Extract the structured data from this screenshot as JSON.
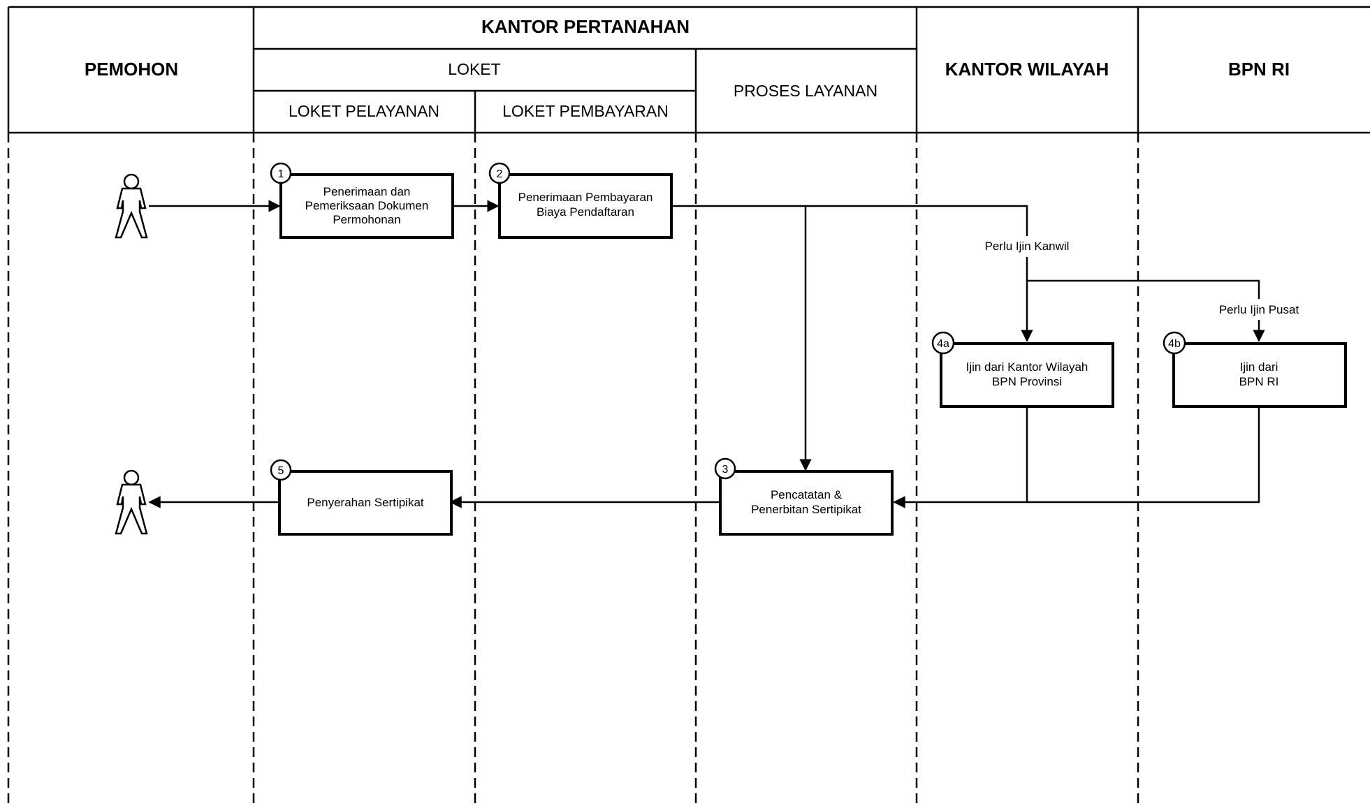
{
  "header": {
    "pemohon": "PEMOHON",
    "kantor_pertanahan": "KANTOR PERTANAHAN",
    "loket": "LOKET",
    "loket_pelayanan": "LOKET PELAYANAN",
    "loket_pembayaran": "LOKET PEMBAYARAN",
    "proses_layanan": "PROSES LAYANAN",
    "kantor_wilayah": "KANTOR WILAYAH",
    "bpn_ri": "BPN RI"
  },
  "nodes": {
    "n1": {
      "number": "1",
      "lines": [
        "Penerimaan dan",
        "Pemeriksaan Dokumen",
        "Permohonan"
      ]
    },
    "n2": {
      "number": "2",
      "lines": [
        "Penerimaan Pembayaran",
        "Biaya Pendaftaran"
      ]
    },
    "n3": {
      "number": "3",
      "lines": [
        "Pencatatan &",
        "Penerbitan Sertipikat"
      ]
    },
    "n4a": {
      "number": "4a",
      "lines": [
        "Ijin dari Kantor Wilayah",
        "BPN Provinsi"
      ]
    },
    "n4b": {
      "number": "4b",
      "lines": [
        "Ijin dari",
        "BPN RI"
      ]
    },
    "n5": {
      "number": "5",
      "lines": [
        "Penyerahan Sertipikat"
      ]
    }
  },
  "edge_labels": {
    "perlu_ijin_kanwil": "Perlu Ijin Kanwil",
    "perlu_ijin_pusat": "Perlu Ijin Pusat"
  }
}
